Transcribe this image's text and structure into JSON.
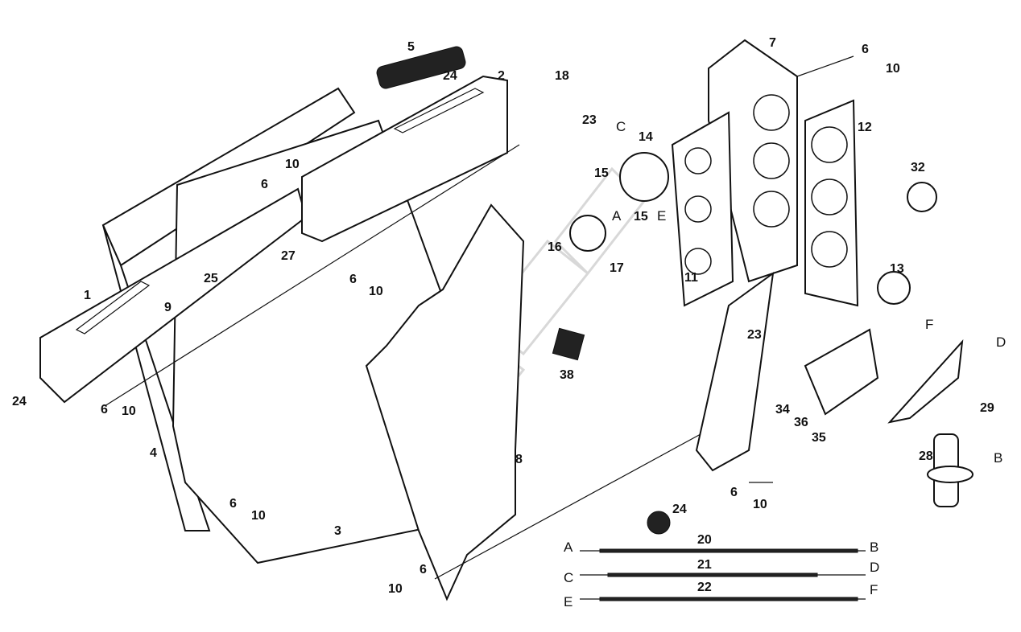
{
  "callouts": [
    "5",
    "24",
    "2",
    "18",
    "7",
    "6",
    "10",
    "12",
    "23",
    "C",
    "14",
    "15",
    "15",
    "E",
    "A",
    "10",
    "6",
    "32",
    "27",
    "25",
    "16",
    "17",
    "11",
    "13",
    "6",
    "10",
    "1",
    "9",
    "23",
    "F",
    "D",
    "38",
    "24",
    "6",
    "10",
    "34",
    "36",
    "35",
    "29",
    "4",
    "28",
    "B",
    "8",
    "6",
    "10",
    "6",
    "10",
    "24",
    "3",
    "20",
    "A",
    "B",
    "21",
    "C",
    "D",
    "6",
    "10",
    "22",
    "E",
    "F"
  ],
  "cables": [
    {
      "id": "20",
      "from": "A",
      "to": "B"
    },
    {
      "id": "21",
      "from": "C",
      "to": "D"
    },
    {
      "id": "22",
      "from": "E",
      "to": "F"
    }
  ]
}
